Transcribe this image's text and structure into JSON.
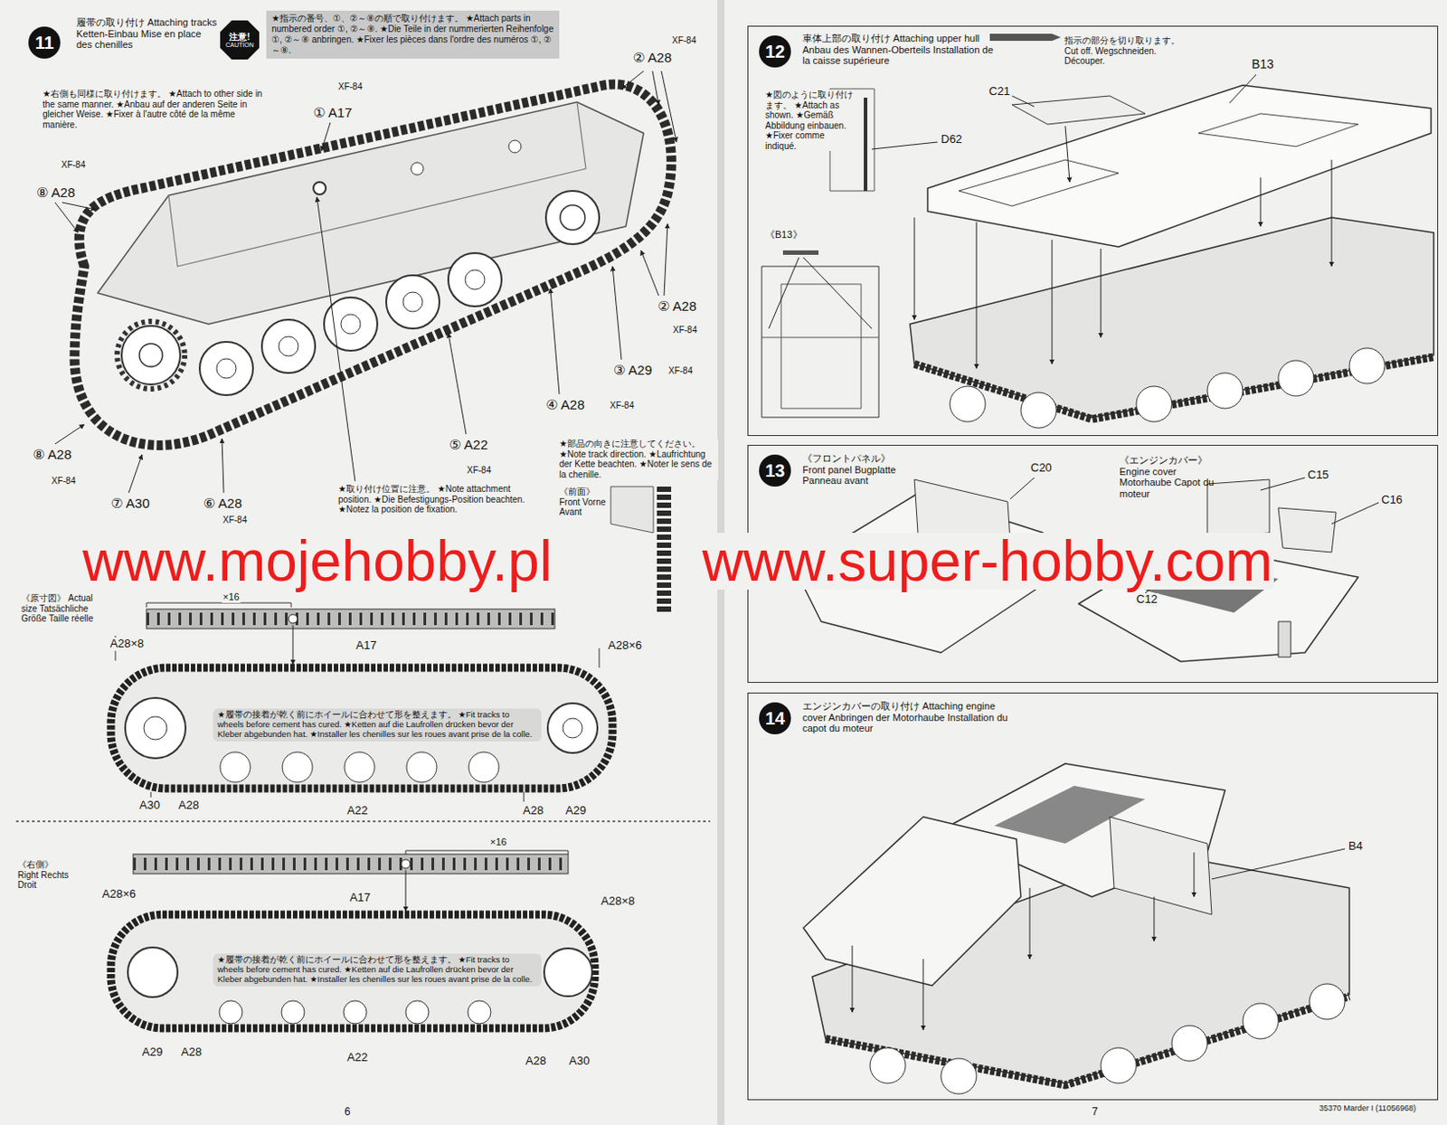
{
  "diagram": {
    "nodes": [
      {
        "text": [
          "11"
        ]
      },
      {
        "text": [
          "注意!",
          "CAUTION"
        ]
      },
      {
        "text": [
          "★指示の番号、①、②～⑧の順で取り付けます。 ★Attach parts in numbered order ①, ②～⑧. ★Die Teile in der nummerierten Reihenfolge ①, ②～⑧ anbringen. ★Fixer les pièces dans l'ordre des numéros ①, ②～⑧."
        ]
      },
      {
        "text": [
          "車体上部の取り付け Attaching upper hull Anbau des Wannen-Oberteils Installation de la caisse supérieure"
        ]
      },
      {
        "text": [
          "12"
        ],
        "in": 3
      },
      {
        "text": [
          "《フロントパネル》 Front panel Bugplatte Panneau avant",
          "《エンジンカバー》 Engine cover Motorhaube Capot du moteur"
        ]
      },
      {
        "text": [
          "13"
        ],
        "in": 5
      },
      {
        "text": [
          "エンジンカバーの取り付け Attaching engine cover Anbringen der Motorhaube Installation du capot du moteur"
        ]
      },
      {
        "text": [
          "14"
        ],
        "in": 7
      }
    ],
    "labels": [
      "履帯の取り付け Attaching tracks Ketten-Einbau Mise en place des chenilles",
      "XF-84",
      "② A28",
      "XF-84",
      "① A17",
      "★右側も同様に取り付けます。 ★Attach to other side in the same manner. ★Anbau auf der anderen Seite in gleicher Weise. ★Fixer à l'autre côté de la même manière.",
      "XF-84",
      "⑧ A28",
      "② A28",
      "XF-84",
      "③ A29",
      "XF-84",
      "④ A28",
      "XF-84",
      "⑤ A22",
      "XF-84",
      "⑧ A28",
      "XF-84",
      "⑦ A30",
      "⑥ A28",
      "XF-84",
      "★取り付け位置に注意。 ★Note attachment position. ★Die Befestigungs-Position beachten. ★Notez la position de fixation.",
      "★部品の向きに注意してください。 ★Note track direction. ★Laufrichtung der Kette beachten. ★Noter le sens de la chenille.",
      "《前面》 Front Vorne Avant",
      "《原寸図》 Actual size Tatsächliche Größe Taille réelle",
      "×16",
      "A28×8",
      "A17",
      "A28×6",
      "★履帯の接着が乾く前にホイールに合わせて形を整えます。 ★Fit tracks to wheels before cement has cured. ★Ketten auf die Laufrollen drücken bevor der Kleber abgebunden hat. ★Installer les chenilles sur les roues avant prise de la colle.",
      "A30",
      "A28",
      "A22",
      "A28",
      "A29",
      "《右側》 Right Rechts Droit",
      "×16",
      "A28×6",
      "A17",
      "A28×8",
      "★履帯の接着が乾く前にホイールに合わせて形を整えます。 ★Fit tracks to wheels before cement has cured. ★Ketten auf die Laufrollen drücken bevor der Kleber abgebunden hat. ★Installer les chenilles sur les roues avant prise de la colle.",
      "A29",
      "A28",
      "A22",
      "A28",
      "A30",
      "6",
      "指示の部分を切り取ります。 Cut off. Wegschneiden. Découper.",
      "B13",
      "C21",
      "★図のように取り付けます。 ★Attach as shown. ★Gemäß Abbildung einbauen. ★Fixer comme indiqué.",
      "D62",
      "《B13》",
      "C20",
      "C15",
      "C16",
      "C12",
      "B4",
      "www.mojehobby.pl",
      "www.super-hobby.com",
      "7",
      "35370 Marder I (11056968)"
    ]
  }
}
